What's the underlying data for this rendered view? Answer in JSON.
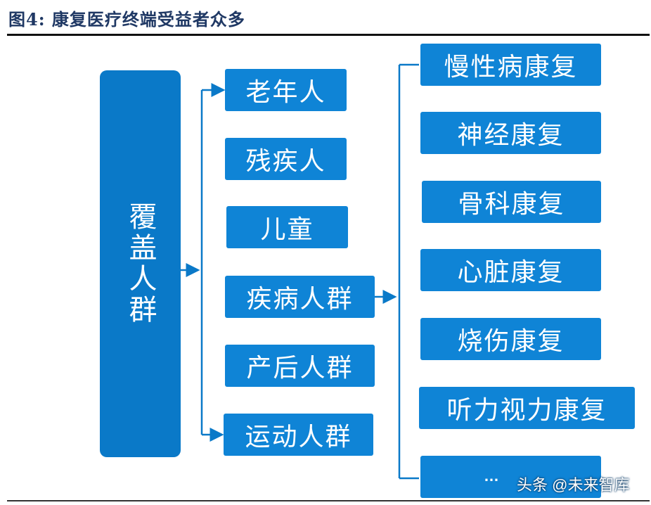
{
  "title": "图4:  康复医疗终端受益者众多",
  "root": {
    "label": "覆盖人群"
  },
  "groups": [
    {
      "label": "老年人"
    },
    {
      "label": "残疾人"
    },
    {
      "label": "儿童"
    },
    {
      "label": "疾病人群"
    },
    {
      "label": "产后人群"
    },
    {
      "label": "运动人群"
    }
  ],
  "rehab": [
    {
      "label": "慢性病康复"
    },
    {
      "label": "神经康复"
    },
    {
      "label": "骨科康复"
    },
    {
      "label": "心脏康复"
    },
    {
      "label": "烧伤康复"
    },
    {
      "label": "听力视力康复"
    }
  ],
  "more": "…",
  "watermark": "头条 @未来智库",
  "colors": {
    "box": "#0f84d6",
    "root": "#0a79c8",
    "connector": "#0a79c8",
    "title": "#1f3864"
  }
}
